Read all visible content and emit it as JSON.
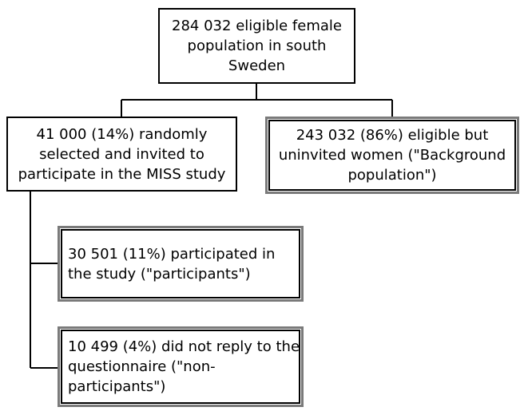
{
  "boxes": {
    "root": "284 032 eligible female population in south Sweden",
    "invited": "41 000 (14%) randomly selected and invited to participate in the MISS study",
    "background": "243 032 (86%) eligible but uninvited women (\"Background population\")",
    "participants": "30 501 (11%) participated in the study (\"participants\")",
    "non_participants": "10 499 (4%) did not reply to the questionnaire (\"non-participants\")"
  }
}
